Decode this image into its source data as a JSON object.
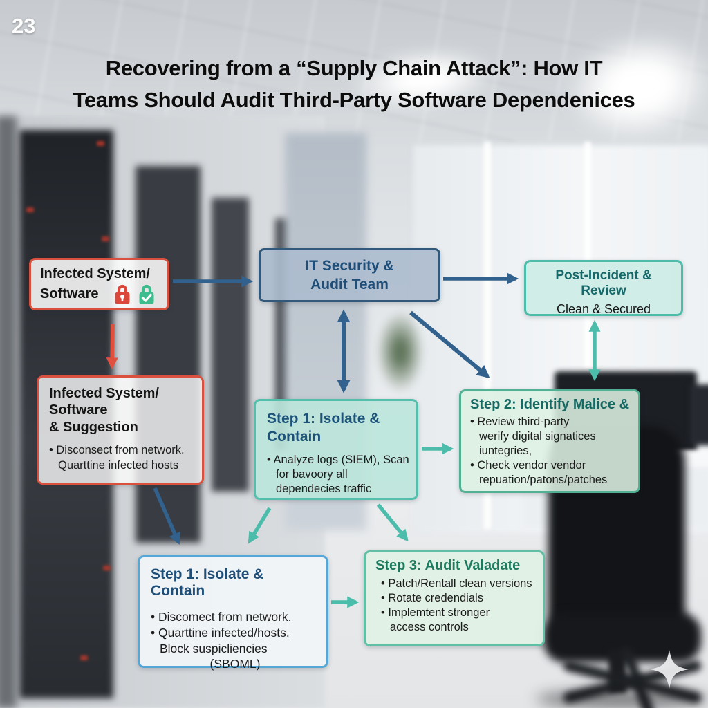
{
  "slide": {
    "number": "23",
    "title_line1": "Recovering from a “Supply Chain Attack”: How IT",
    "title_line2": "Teams Should Audit Third-Party Software Dependenices"
  },
  "nodes": {
    "infected_top": {
      "title_lines": [
        "Infected System/",
        "Software"
      ]
    },
    "it_team": {
      "title_lines": [
        "IT Security &",
        "Audit Team"
      ]
    },
    "post_incident": {
      "title": "Post-Incident & Review",
      "subtitle": "Clean & Secured"
    },
    "infected_suggestion": {
      "title_lines": [
        "Infected System/",
        "Software",
        "& Suggestion"
      ],
      "body_lines": [
        "• Disconsect from network.",
        "Quarttine infected hosts"
      ]
    },
    "step1_center": {
      "title_lines": [
        "Step 1: Isolate &",
        "Contain"
      ],
      "body_lines": [
        "• Analyze logs (SIEM), Scan",
        "for bavoory all",
        "dependecies traffic"
      ]
    },
    "step2": {
      "title": "Step 2: Identify Malice &",
      "body_lines": [
        "• Review third-party",
        "werify digital signatices",
        "iuntegries,",
        "• Check vendor vendor",
        "repuation/patons/patches"
      ]
    },
    "step1_bottom": {
      "title": "Step 1: Isolate & Contain",
      "body_lines": [
        "• Discomect from network.",
        "• Quarttine infected/hosts.",
        "Block suspicliencies",
        "(SBOML)"
      ]
    },
    "step3": {
      "title": "Step 3: Audit Valadate",
      "body_lines": [
        "• Patch/Rentall clean versions",
        "• Rotate credendials",
        "• Implemtent stronger",
        "access controls"
      ]
    }
  },
  "icons": {
    "red_lock": "locked-red-padlock",
    "green_lock": "verified-green-padlock",
    "sparkle": "four-point-sparkle-watermark"
  },
  "colors": {
    "arrow_dark_blue": "#31618c",
    "arrow_red": "#e0503f",
    "arrow_teal": "#4cbcab",
    "border_red": "#d9503f",
    "border_teal": "#55bfad",
    "border_green": "#52b193",
    "border_light_blue": "#55a7d6",
    "heading_dark_blue": "#1f4e79",
    "heading_teal": "#15696b",
    "heading_green": "#1e7a5e",
    "it_box_fill": "#acbbce",
    "mint_fill": "#bbe5da",
    "green_fill": "#ddf0e3"
  }
}
